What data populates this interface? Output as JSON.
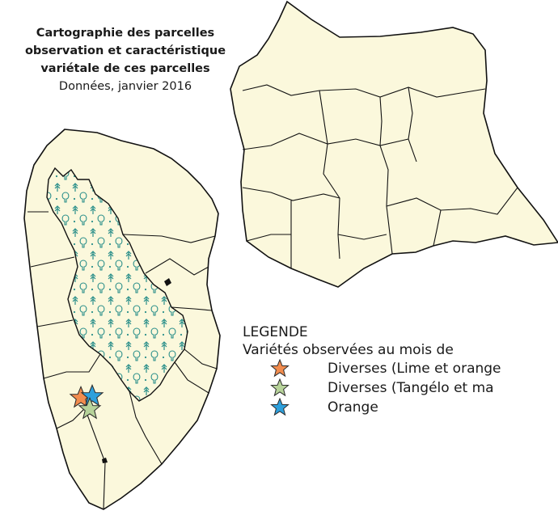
{
  "title": {
    "lines": [
      "Cartographie des parcelles",
      "observation et caractéristique",
      "variétale de ces parcelles"
    ],
    "subtitle": "Données, janvier 2016"
  },
  "legend": {
    "title": "LEGENDE",
    "subtitle": "Variétés observées au mois de",
    "items": [
      {
        "label": "Diverses (Lime et orange",
        "color": "#f28c4e"
      },
      {
        "label": "Diverses (Tangélo et ma",
        "color": "#b7d39a"
      },
      {
        "label": "Orange",
        "color": "#2ea0dc"
      }
    ]
  },
  "colors": {
    "land": "#fbf8dc",
    "border": "#111111",
    "forest_hatch": "#2a8f8a"
  },
  "markers": [
    {
      "variety": "Diverses (Lime et orange",
      "color": "#f28c4e"
    },
    {
      "variety": "Orange",
      "color": "#2ea0dc"
    },
    {
      "variety": "Diverses (Tangélo et ma",
      "color": "#b7d39a"
    }
  ]
}
